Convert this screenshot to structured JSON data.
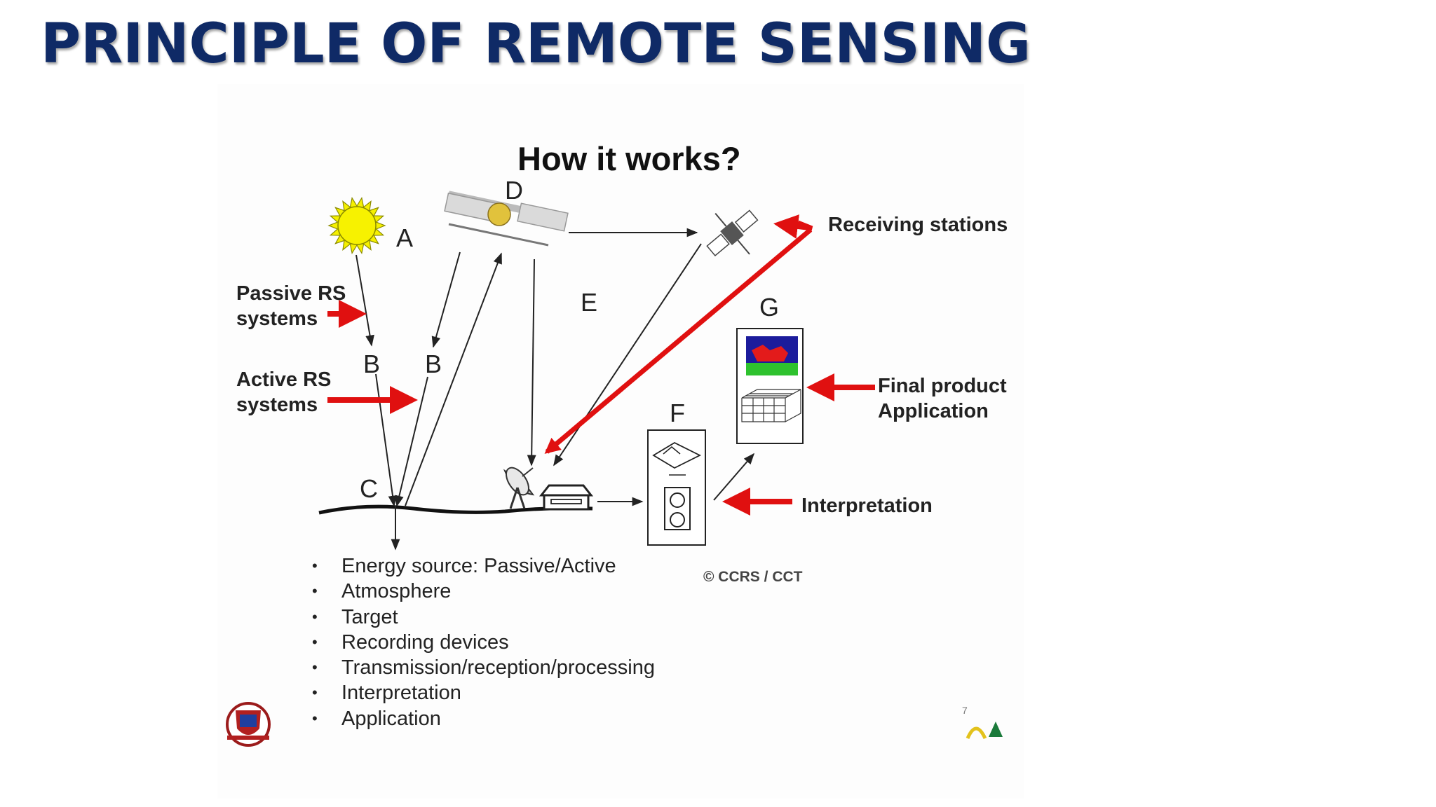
{
  "slide": {
    "title": "PRINCIPLE OF REMOTE SENSING",
    "page_number": "7"
  },
  "diagram": {
    "heading": "How it works?",
    "letters": {
      "a": "A",
      "b1": "B",
      "b2": "B",
      "c": "C",
      "d": "D",
      "e": "E",
      "f": "F",
      "g": "G"
    },
    "callouts": {
      "passive_line1": "Passive RS",
      "passive_line2": "systems",
      "active_line1": "Active RS",
      "active_line2": "systems",
      "receiving": "Receiving stations",
      "final_line1": "Final product",
      "final_line2": "Application",
      "interpretation": "Interpretation"
    },
    "credit": "© CCRS / CCT",
    "colors": {
      "arrow_red": "#e01010",
      "sun_yellow": "#f5f000",
      "title_navy": "#0f2a66"
    }
  },
  "components": [
    "Energy source: Passive/Active",
    "Atmosphere",
    "Target",
    "Recording devices",
    "Transmission/reception/processing",
    "Interpretation",
    "Application"
  ],
  "icons": [
    "sun-icon",
    "satellite-icon",
    "relay-satellite-icon",
    "dish-antenna-icon",
    "ground-station-icon",
    "university-seal-icon",
    "tree-logo-icon"
  ]
}
